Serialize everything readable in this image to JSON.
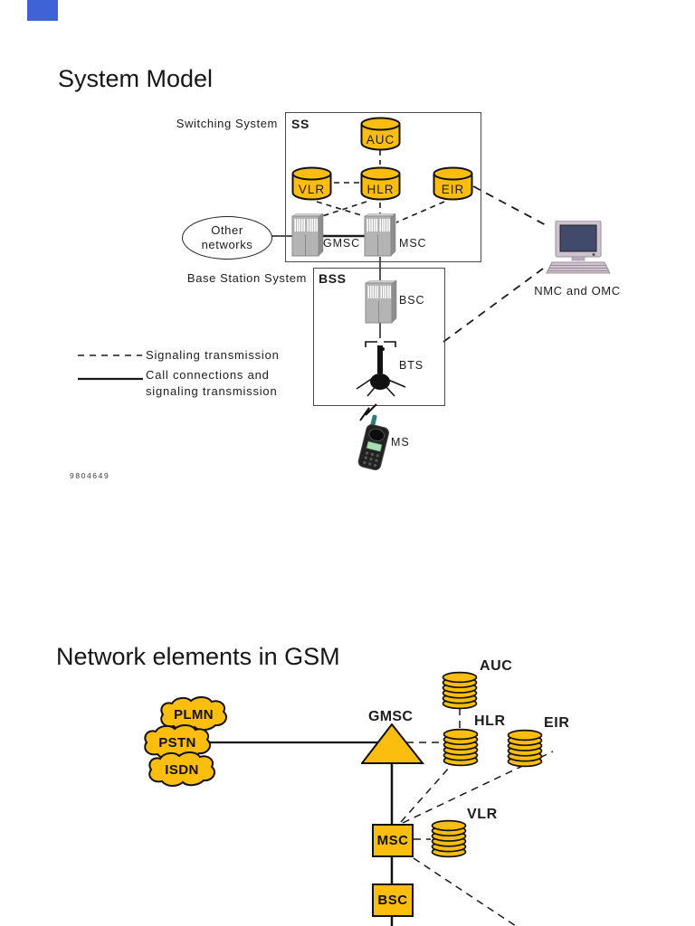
{
  "colors": {
    "gold": "#FBBD0E",
    "outline": "#111111",
    "screen_navy": "#414A6B",
    "corner_marker_blue": "#3F63D7"
  },
  "d1": {
    "title": "System Model",
    "footnote": "9804649",
    "switching_system_label": "Switching System",
    "ss_label": "SS",
    "base_station_system_label": "Base Station System",
    "bss_label": "BSS",
    "nodes": {
      "auc": "AUC",
      "vlr": "VLR",
      "hlr": "HLR",
      "eir": "EIR",
      "gmsc": "GMSC",
      "msc": "MSC",
      "bsc": "BSC",
      "bts": "BTS",
      "ms": "MS",
      "nmc_omc": "NMC and OMC"
    },
    "other_networks": {
      "line1": "Other",
      "line2": "networks"
    },
    "legend": {
      "signaling": "Signaling transmission",
      "call_line1": "Call connections and",
      "call_line2": "signaling transmission"
    }
  },
  "d2": {
    "title": "Network elements in GSM",
    "nodes": {
      "plmn": "PLMN",
      "pstn": "PSTN",
      "isdn": "ISDN",
      "gmsc": "GMSC",
      "auc": "AUC",
      "hlr": "HLR",
      "eir": "EIR",
      "msc": "MSC",
      "vlr": "VLR",
      "bsc": "BSC"
    }
  }
}
